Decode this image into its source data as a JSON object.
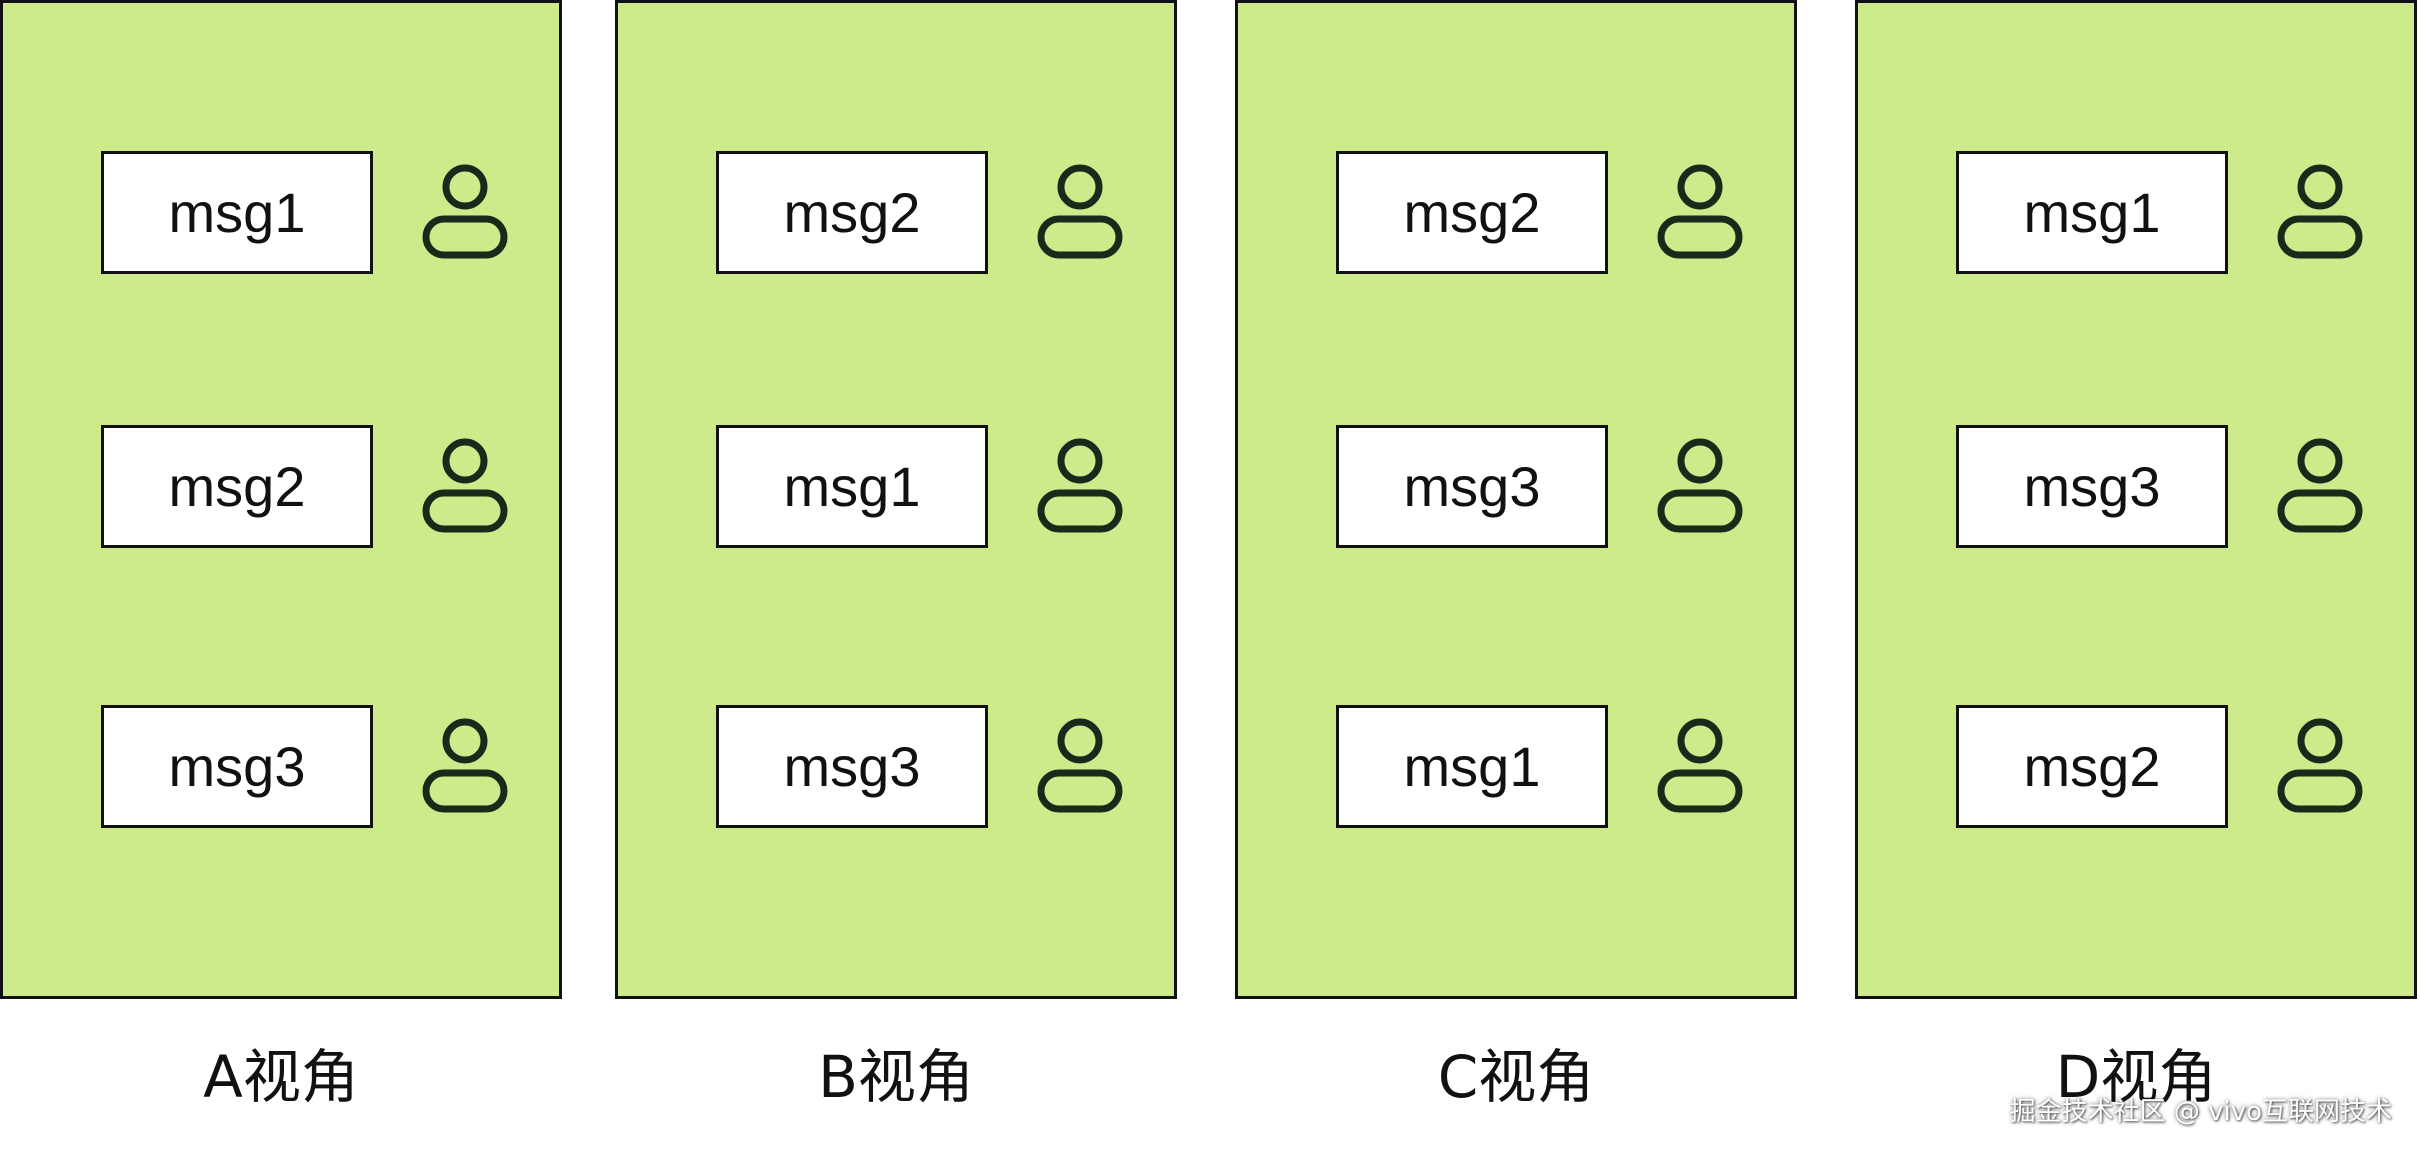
{
  "panels": [
    {
      "caption": "A视角",
      "messages": [
        {
          "label": "msg1"
        },
        {
          "label": "msg2"
        },
        {
          "label": "msg3"
        }
      ]
    },
    {
      "caption": "B视角",
      "messages": [
        {
          "label": "msg2"
        },
        {
          "label": "msg1"
        },
        {
          "label": "msg3"
        }
      ]
    },
    {
      "caption": "C视角",
      "messages": [
        {
          "label": "msg2"
        },
        {
          "label": "msg3"
        },
        {
          "label": "msg1"
        }
      ]
    },
    {
      "caption": "D视角",
      "messages": [
        {
          "label": "msg1"
        },
        {
          "label": "msg3"
        },
        {
          "label": "msg2"
        }
      ]
    }
  ],
  "icon": "user-icon",
  "colors": {
    "panel_fill": "#cdeb8b",
    "stroke": "#111111",
    "box_fill": "#ffffff"
  },
  "watermark": "掘金技术社区 @ vivo互联网技术"
}
